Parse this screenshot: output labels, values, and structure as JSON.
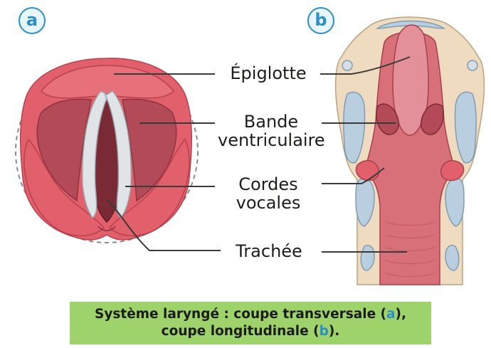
{
  "panels": {
    "a": {
      "badge": "a"
    },
    "b": {
      "badge": "b"
    }
  },
  "labels": {
    "epiglotte": "Épiglotte",
    "bande_line1": "Bande",
    "bande_line2": "ventriculaire",
    "cordes_line1": "Cordes",
    "cordes_line2": "vocales",
    "trachee": "Trachée"
  },
  "caption": {
    "line1_text": "Système laryngé : coupe transversale (",
    "line1_letter": "a",
    "line1_end": "),",
    "line2_text": "coupe longitudinale (",
    "line2_letter": "b",
    "line2_end": ")."
  },
  "colors": {
    "accent": "#2a8fc6",
    "caption_bg": "#9ed26b",
    "tissue_pink": "#e2606c",
    "tissue_dark": "#a8404c",
    "cartilage_beige": "#efdcc0",
    "cartilage_blue": "#b9cfe0",
    "vocal_cord": "#e1e4e6"
  }
}
